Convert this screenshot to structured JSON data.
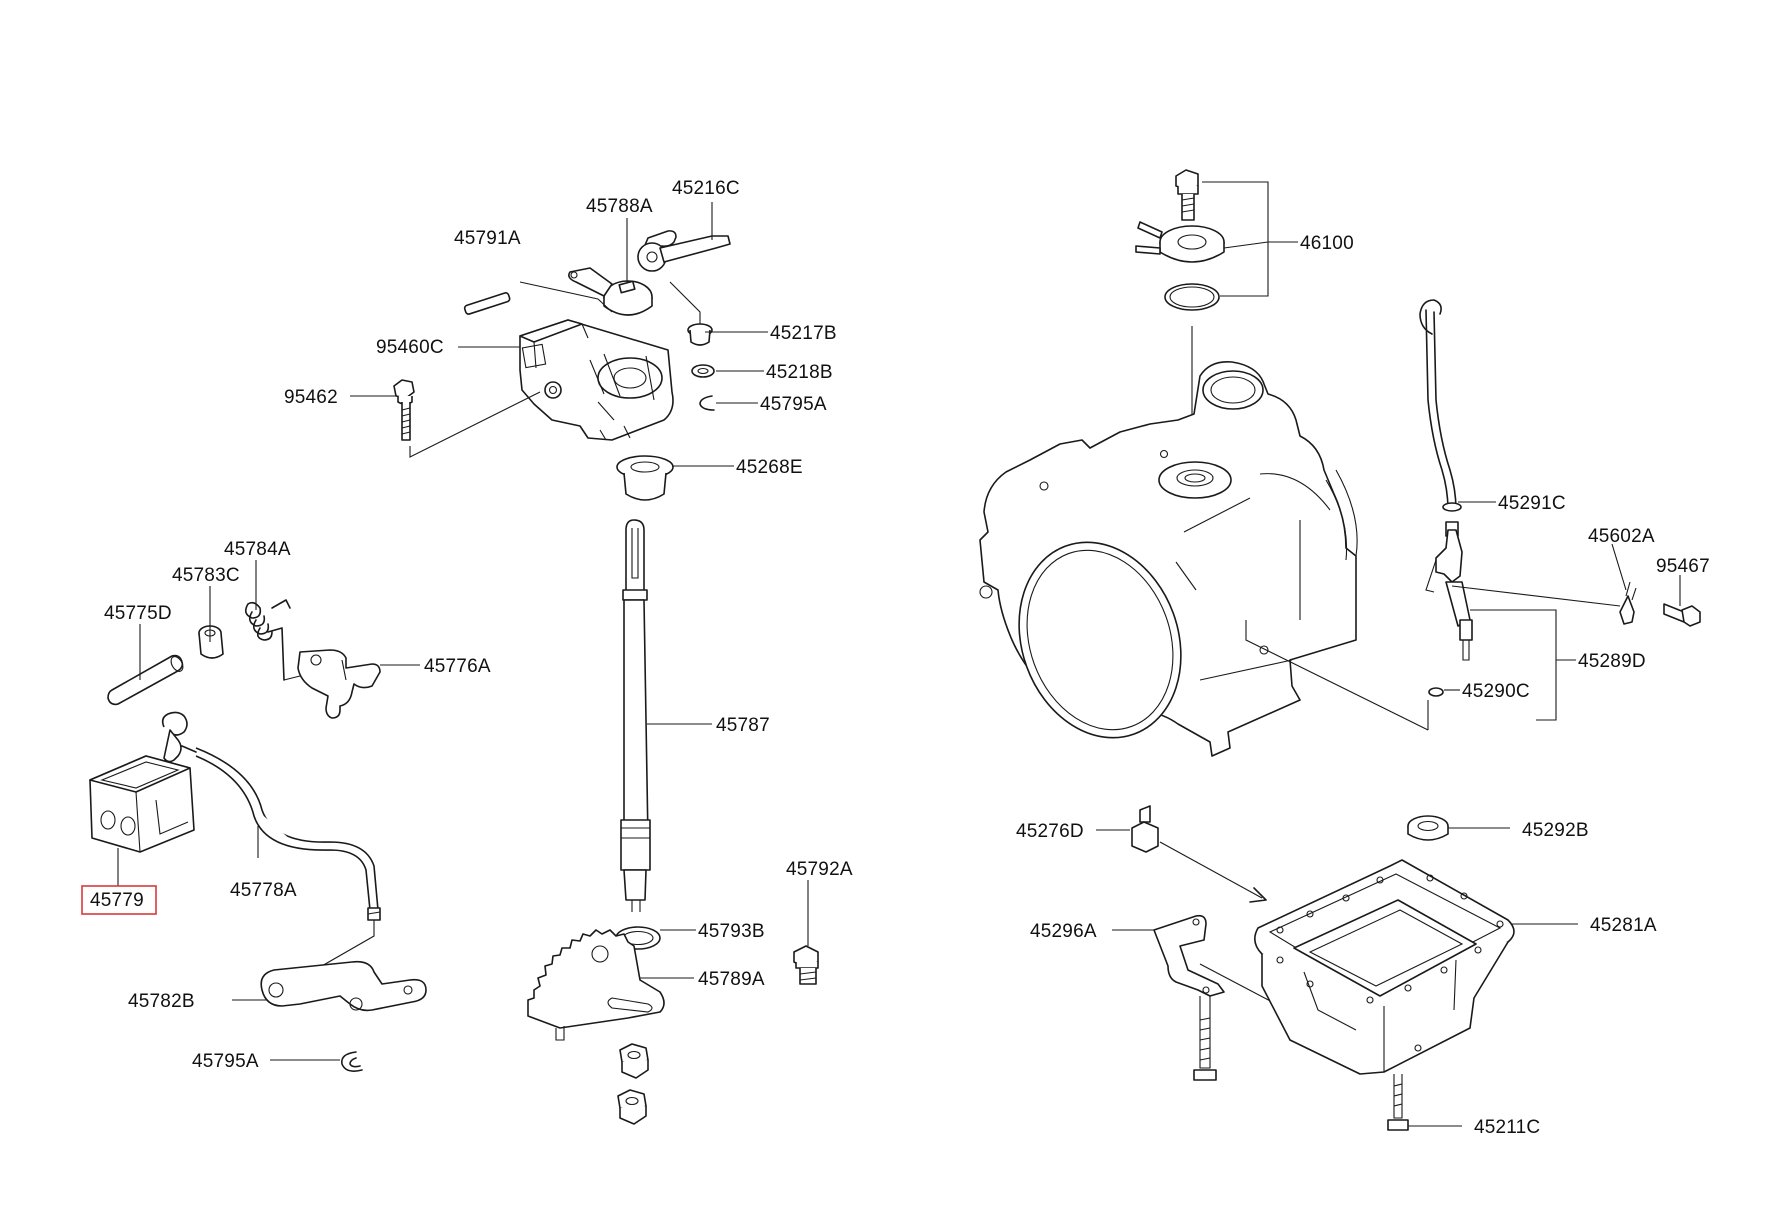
{
  "diagram": {
    "highlight_color": "#d93a3a",
    "highlighted_part": "45779",
    "labels": {
      "p45216C": "45216C",
      "p45788A": "45788A",
      "p45791A": "45791A",
      "p45217B": "45217B",
      "p95460C": "95460C",
      "p45218B": "45218B",
      "p95462": "95462",
      "p45795A_top": "45795A",
      "p45268E": "45268E",
      "p45784A": "45784A",
      "p45783C": "45783C",
      "p45775D": "45775D",
      "p45776A": "45776A",
      "p45787": "45787",
      "p45779": "45779",
      "p45778A": "45778A",
      "p45792A": "45792A",
      "p45793B": "45793B",
      "p45789A": "45789A",
      "p45782B": "45782B",
      "p45795A_bottom": "45795A",
      "p46100": "46100",
      "p45291C": "45291C",
      "p45602A": "45602A",
      "p95467": "95467",
      "p45289D": "45289D",
      "p45290C": "45290C",
      "p45276D": "45276D",
      "p45292B": "45292B",
      "p45296A": "45296A",
      "p45281A": "45281A",
      "p45211C": "45211C"
    }
  }
}
